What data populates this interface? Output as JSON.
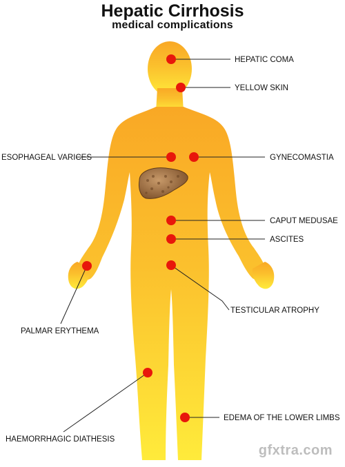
{
  "title": "Hepatic Cirrhosis",
  "subtitle": "medical complications",
  "labels": {
    "hepatic_coma": "HEPATIC COMA",
    "yellow_skin": "YELLOW SKIN",
    "esophageal_varices": "ESOPHAGEAL VARICES",
    "gynecomastia": "GYNECOMASTIA",
    "caput_medusae": "CAPUT MEDUSAE",
    "ascites": "ASCITES",
    "testicular_atrophy": "TESTICULAR ATROPHY",
    "palmar_erythema": "PALMAR ERYTHEMA",
    "edema_lower_limbs": "EDEMA OF THE LOWER LIMBS",
    "haemorrhagic_diathesis": "HAEMORRHAGIC DIATHESIS"
  },
  "watermark": "gfxtra.com",
  "colors": {
    "body_top": "#F9A825",
    "body_bottom": "#FFEB3B",
    "marker": "#E8170B",
    "liver": "#A07040"
  }
}
